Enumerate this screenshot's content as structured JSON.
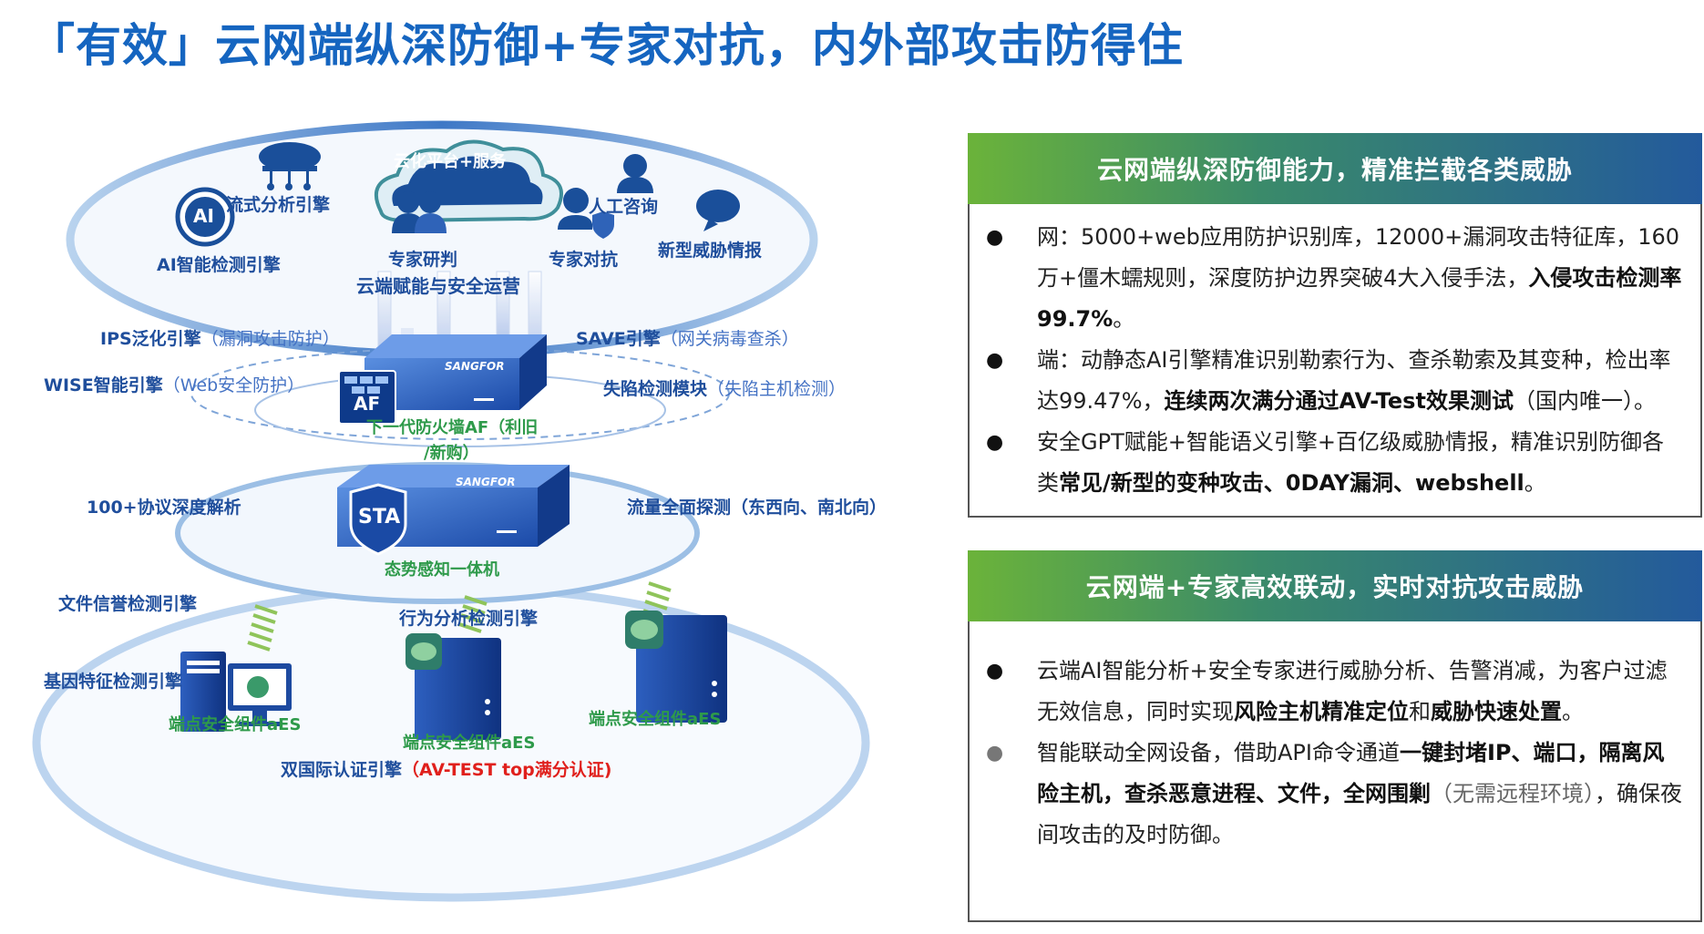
{
  "title": "「有效」云网端纵深防御+专家对抗，内外部攻击防得住",
  "colors": {
    "title": "#1565c0",
    "label_blue": "#1f4e9c",
    "label_green": "#2e9a4a",
    "label_red": "#e0201c",
    "panel_gradient": [
      "#6bb33a",
      "#235a9c"
    ]
  },
  "diagram": {
    "cloud_tier": {
      "cloud_label": "云化平台+服务",
      "stream_engine": "流式分析引擎",
      "human_consult": "人工咨询",
      "ai_engine": "AI智能检测引擎",
      "ai_icon_text": "AI",
      "expert_research": "专家研判",
      "expert_fight": "专家对抗",
      "threat_intel": "新型威胁情报",
      "cloud_ops": "云端赋能与安全运营"
    },
    "network_tier": {
      "ips": "IPS泛化引擎",
      "ips_note": "（漏洞攻击防护）",
      "save": "SAVE引擎",
      "save_note": "（网关病毒查杀）",
      "wise": "WISE智能引擎",
      "wise_note": "（Web安全防护）",
      "compromise": "失陷检测模块",
      "compromise_note": "（失陷主机检测）",
      "af_badge": "AF",
      "brand": "SANGFOR",
      "af_line1": "下一代防火墙AF（利旧",
      "af_line2": "/新购）",
      "protocol": "100+协议深度解析",
      "traffic": "流量全面探测（东西向、南北向）",
      "sta_badge": "STA",
      "sta_label": "态势感知一体机"
    },
    "endpoint_tier": {
      "file_rep": "文件信誉检测引擎",
      "behavior": "行为分析检测引擎",
      "gene": "基因特征检测引擎",
      "aes_1": "端点安全组件aES",
      "aes_2": "端点安全组件aES",
      "aes_3": "端点安全组件aES",
      "intl_cert": "双国际认证引擎",
      "intl_cert_red": "（AV-TEST top满分认证)"
    }
  },
  "panels": [
    {
      "heading": "云网端纵深防御能力，精准拦截各类威胁",
      "bullets": [
        {
          "prefix": "网：5000+web应用防护识别库，12000+漏洞攻击特征库，160万+僵木蠕规则，深度防护边界突破4大入侵手法，",
          "bold": "入侵攻击检测率99.7%",
          "suffix": "。"
        },
        {
          "prefix": "端：动静态AI引擎精准识别勒索行为、查杀勒索及其变种，检出率达99.47%，",
          "bold": "连续两次满分通过AV-Test效果测试",
          "suffix": "（国内唯一）。"
        },
        {
          "prefix": "安全GPT赋能+智能语义引擎+百亿级威胁情报，精准识别防御各类",
          "bold": "常见/新型的变种攻击、0DAY漏洞、webshell",
          "suffix": "。"
        }
      ]
    },
    {
      "heading": "云网端+专家高效联动，实时对抗攻击威胁",
      "bullets": [
        {
          "prefix": "云端AI智能分析+安全专家进行威胁分析、告警消减，为客户过滤无效信息，同时实现",
          "bold": "风险主机精准定位",
          "mid": "和",
          "bold2": "威胁快速处置",
          "suffix": "。"
        },
        {
          "prefix": "智能联动全网设备，借助API命令通道",
          "bold": "一键封堵IP、端口，隔离风险主机，查杀恶意进程、文件，全网围剿",
          "muted": "（无需远程环境）",
          "suffix": "，确保夜间攻击的及时防御。"
        }
      ]
    }
  ]
}
